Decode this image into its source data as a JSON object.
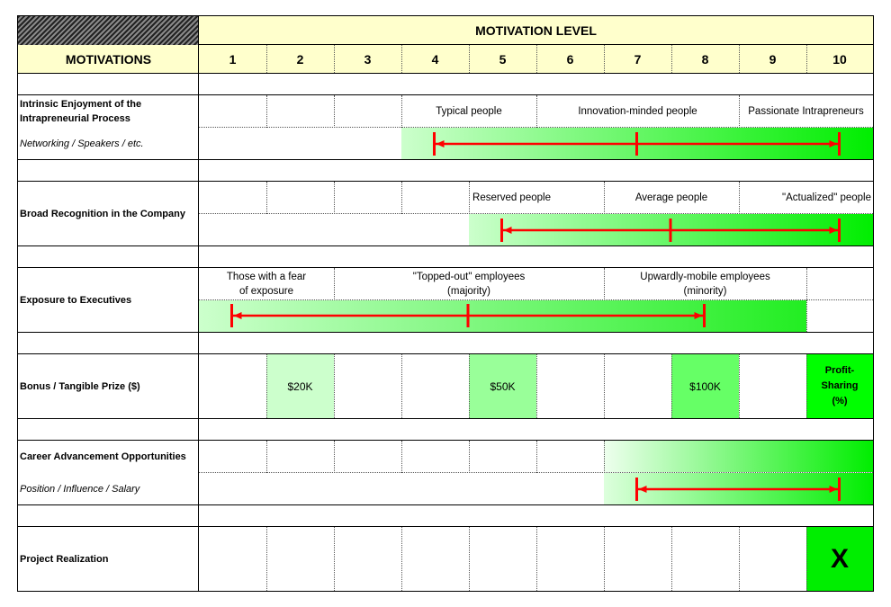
{
  "header": {
    "title": "MOTIVATION LEVEL",
    "column_label": "MOTIVATIONS",
    "levels": [
      "1",
      "2",
      "3",
      "4",
      "5",
      "6",
      "7",
      "8",
      "9",
      "10"
    ]
  },
  "rows": {
    "intrinsic": {
      "label": "Intrinsic Enjoyment of the Intrapreneurial Process",
      "sublabel": "Networking / Speakers / etc.",
      "segments": [
        "Typical people",
        "Innovation-minded people",
        "Passionate Intrapreneurs"
      ],
      "arrow_levels": [
        4.5,
        7.5,
        10.5
      ],
      "gradient_levels": [
        4,
        10
      ]
    },
    "recognition": {
      "label": "Broad Recognition in the Company",
      "segments": [
        "Reserved people",
        "Average people",
        "\"Actualized\" people"
      ],
      "arrow_levels": [
        5.5,
        8,
        10.5
      ],
      "gradient_levels": [
        5,
        10
      ]
    },
    "exposure": {
      "label": "Exposure to Executives",
      "segments": [
        "Those with a fear of exposure",
        "\"Topped-out\" employees (majority)",
        "Upwardly-mobile employees (minority)"
      ],
      "arrow_levels": [
        1.5,
        5,
        8.5
      ],
      "gradient_levels": [
        1,
        9
      ]
    },
    "bonus": {
      "label": "Bonus / Tangible Prize ($)",
      "prizes": [
        "$20K",
        "$50K",
        "$100K",
        "Profit- Sharing (%)"
      ]
    },
    "career": {
      "label": "Career Advancement Opportunities",
      "sublabel": "Position / Influence / Salary",
      "arrow_levels": [
        7.5,
        10.5
      ],
      "gradient_levels": [
        7,
        10
      ]
    },
    "project": {
      "label": "Project Realization",
      "mark": "X",
      "mark_level": 10
    }
  },
  "colors": {
    "header_fill": "#ffffcc",
    "green_light": "#ccffcc",
    "green_mid": "#99ff99",
    "green_strong": "#66ff66",
    "green_full": "#00ff00",
    "arrow": "#ff0000"
  }
}
